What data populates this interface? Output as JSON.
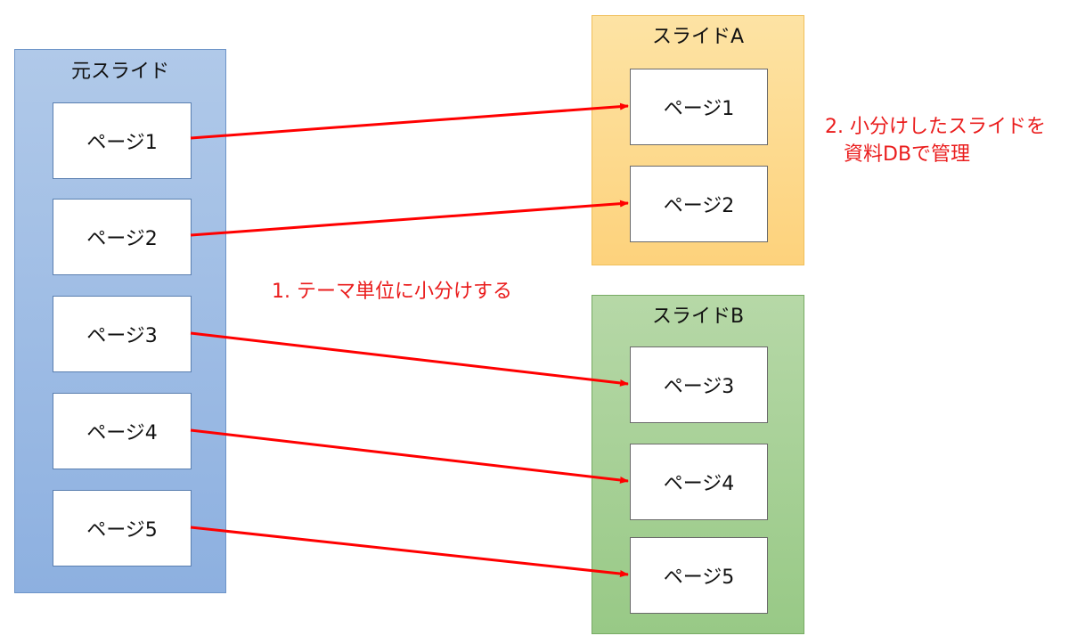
{
  "source_slide": {
    "title": "元スライド",
    "pages": [
      "ページ1",
      "ページ2",
      "ページ3",
      "ページ4",
      "ページ5"
    ]
  },
  "slide_a": {
    "title": "スライドA",
    "pages": [
      "ページ1",
      "ページ2"
    ]
  },
  "slide_b": {
    "title": "スライドB",
    "pages": [
      "ページ3",
      "ページ4",
      "ページ5"
    ]
  },
  "annotations": {
    "step1": "1. テーマ単位に小分けする",
    "step2_line1": "2. 小分けしたスライドを",
    "step2_line2": "資料DBで管理"
  },
  "colors": {
    "arrow": "#ff0000",
    "annotation_text": "#ea1c1c",
    "source_slide_fill": "#9dbde5",
    "slide_a_fill": "#fdd88a",
    "slide_b_fill": "#a6d094"
  }
}
